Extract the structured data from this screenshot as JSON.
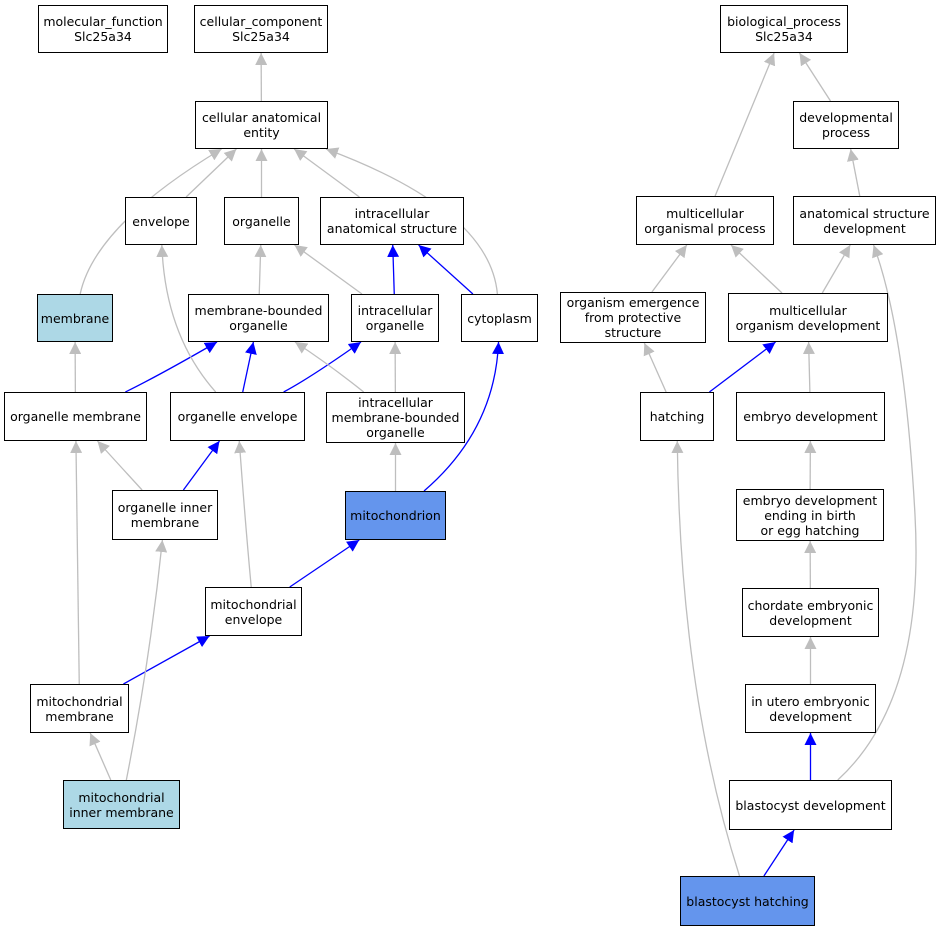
{
  "colors": {
    "node_fill": "#ffffff",
    "node_border": "#000000",
    "highlight_dark": "#6495ed",
    "highlight_light": "#add8e6",
    "edge_is_a": "#bebebe",
    "edge_part_of": "#0000ff"
  },
  "nodes": {
    "molecular_function": {
      "label": "molecular_function\nSlc25a34"
    },
    "cellular_component": {
      "label": "cellular_component\nSlc25a34"
    },
    "cellular_anatomical_entity": {
      "label": "cellular anatomical\nentity"
    },
    "envelope": {
      "label": "envelope"
    },
    "organelle": {
      "label": "organelle"
    },
    "intracellular_anatomical_structure": {
      "label": "intracellular\nanatomical structure"
    },
    "membrane": {
      "label": "membrane",
      "fill": "light"
    },
    "membrane_bounded_organelle": {
      "label": "membrane-bounded\norganelle"
    },
    "intracellular_organelle": {
      "label": "intracellular\norganelle"
    },
    "cytoplasm": {
      "label": "cytoplasm"
    },
    "organelle_membrane": {
      "label": "organelle membrane"
    },
    "organelle_envelope": {
      "label": "organelle envelope"
    },
    "intracellular_membrane_bounded_organelle": {
      "label": "intracellular\nmembrane-bounded\norganelle"
    },
    "organelle_inner_membrane": {
      "label": "organelle inner\nmembrane"
    },
    "mitochondrion": {
      "label": "mitochondrion",
      "fill": "dark"
    },
    "mitochondrial_envelope": {
      "label": "mitochondrial\nenvelope"
    },
    "mitochondrial_membrane": {
      "label": "mitochondrial\nmembrane"
    },
    "mitochondrial_inner_membrane": {
      "label": "mitochondrial\ninner membrane",
      "fill": "light"
    },
    "biological_process": {
      "label": "biological_process\nSlc25a34"
    },
    "developmental_process": {
      "label": "developmental\nprocess"
    },
    "multicellular_organismal_process": {
      "label": "multicellular\norganismal process"
    },
    "anatomical_structure_development": {
      "label": "anatomical structure\ndevelopment"
    },
    "organism_emergence": {
      "label": "organism emergence\nfrom protective\nstructure"
    },
    "multicellular_organism_development": {
      "label": "multicellular\norganism development"
    },
    "hatching": {
      "label": "hatching"
    },
    "embryo_development": {
      "label": "embryo development"
    },
    "embryo_development_ending": {
      "label": "embryo development\nending in birth\nor egg hatching"
    },
    "chordate_embryonic_development": {
      "label": "chordate embryonic\ndevelopment"
    },
    "in_utero_embryonic_development": {
      "label": "in utero embryonic\ndevelopment"
    },
    "blastocyst_development": {
      "label": "blastocyst development"
    },
    "blastocyst_hatching": {
      "label": "blastocyst hatching",
      "fill": "dark"
    }
  },
  "edges": [
    {
      "from": "cellular_anatomical_entity",
      "to": "cellular_component",
      "type": "is_a"
    },
    {
      "from": "envelope",
      "to": "cellular_anatomical_entity",
      "type": "is_a"
    },
    {
      "from": "organelle",
      "to": "cellular_anatomical_entity",
      "type": "is_a"
    },
    {
      "from": "intracellular_anatomical_structure",
      "to": "cellular_anatomical_entity",
      "type": "is_a"
    },
    {
      "from": "membrane",
      "to": "cellular_anatomical_entity",
      "type": "is_a"
    },
    {
      "from": "cytoplasm",
      "to": "cellular_anatomical_entity",
      "type": "is_a"
    },
    {
      "from": "membrane_bounded_organelle",
      "to": "organelle",
      "type": "is_a"
    },
    {
      "from": "intracellular_organelle",
      "to": "organelle",
      "type": "is_a"
    },
    {
      "from": "intracellular_organelle",
      "to": "intracellular_anatomical_structure",
      "type": "part_of"
    },
    {
      "from": "cytoplasm",
      "to": "intracellular_anatomical_structure",
      "type": "part_of"
    },
    {
      "from": "organelle_membrane",
      "to": "membrane",
      "type": "is_a"
    },
    {
      "from": "organelle_membrane",
      "to": "membrane_bounded_organelle",
      "type": "part_of"
    },
    {
      "from": "organelle_envelope",
      "to": "envelope",
      "type": "is_a"
    },
    {
      "from": "organelle_envelope",
      "to": "membrane_bounded_organelle",
      "type": "part_of"
    },
    {
      "from": "organelle_envelope",
      "to": "intracellular_organelle",
      "type": "part_of"
    },
    {
      "from": "intracellular_membrane_bounded_organelle",
      "to": "membrane_bounded_organelle",
      "type": "is_a"
    },
    {
      "from": "intracellular_membrane_bounded_organelle",
      "to": "intracellular_organelle",
      "type": "is_a"
    },
    {
      "from": "organelle_inner_membrane",
      "to": "organelle_membrane",
      "type": "is_a"
    },
    {
      "from": "organelle_inner_membrane",
      "to": "organelle_envelope",
      "type": "part_of"
    },
    {
      "from": "mitochondrion",
      "to": "intracellular_membrane_bounded_organelle",
      "type": "is_a"
    },
    {
      "from": "mitochondrion",
      "to": "cytoplasm",
      "type": "part_of"
    },
    {
      "from": "mitochondrial_envelope",
      "to": "organelle_envelope",
      "type": "is_a"
    },
    {
      "from": "mitochondrial_envelope",
      "to": "mitochondrion",
      "type": "part_of"
    },
    {
      "from": "mitochondrial_membrane",
      "to": "organelle_membrane",
      "type": "is_a"
    },
    {
      "from": "mitochondrial_membrane",
      "to": "mitochondrial_envelope",
      "type": "part_of"
    },
    {
      "from": "mitochondrial_inner_membrane",
      "to": "mitochondrial_membrane",
      "type": "is_a"
    },
    {
      "from": "mitochondrial_inner_membrane",
      "to": "organelle_inner_membrane",
      "type": "is_a"
    },
    {
      "from": "developmental_process",
      "to": "biological_process",
      "type": "is_a"
    },
    {
      "from": "multicellular_organismal_process",
      "to": "biological_process",
      "type": "is_a"
    },
    {
      "from": "anatomical_structure_development",
      "to": "developmental_process",
      "type": "is_a"
    },
    {
      "from": "organism_emergence",
      "to": "multicellular_organismal_process",
      "type": "is_a"
    },
    {
      "from": "multicellular_organism_development",
      "to": "multicellular_organismal_process",
      "type": "is_a"
    },
    {
      "from": "multicellular_organism_development",
      "to": "anatomical_structure_development",
      "type": "is_a"
    },
    {
      "from": "hatching",
      "to": "organism_emergence",
      "type": "is_a"
    },
    {
      "from": "hatching",
      "to": "multicellular_organism_development",
      "type": "part_of"
    },
    {
      "from": "embryo_development",
      "to": "multicellular_organism_development",
      "type": "is_a"
    },
    {
      "from": "embryo_development_ending",
      "to": "embryo_development",
      "type": "is_a"
    },
    {
      "from": "chordate_embryonic_development",
      "to": "embryo_development_ending",
      "type": "is_a"
    },
    {
      "from": "in_utero_embryonic_development",
      "to": "chordate_embryonic_development",
      "type": "is_a"
    },
    {
      "from": "blastocyst_development",
      "to": "in_utero_embryonic_development",
      "type": "part_of"
    },
    {
      "from": "blastocyst_development",
      "to": "anatomical_structure_development",
      "type": "is_a"
    },
    {
      "from": "blastocyst_hatching",
      "to": "blastocyst_development",
      "type": "part_of"
    },
    {
      "from": "blastocyst_hatching",
      "to": "hatching",
      "type": "is_a"
    }
  ]
}
